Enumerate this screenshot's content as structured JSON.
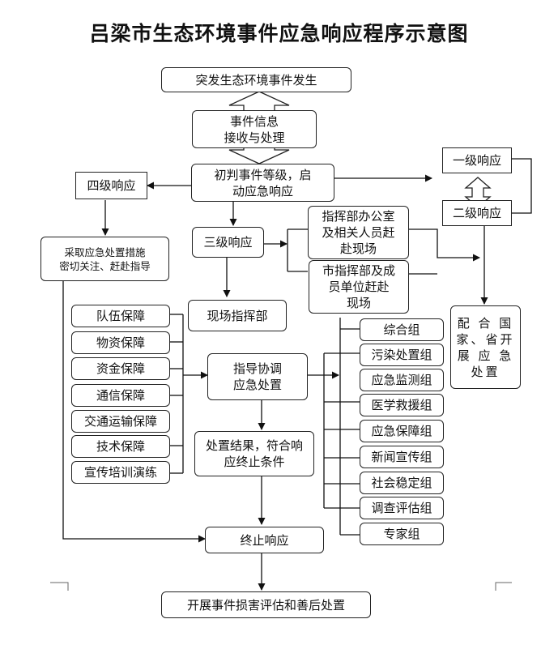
{
  "title": "吕梁市生态环境事件应急响应程序示意图",
  "nodes": {
    "sudden_event": "突发生态环境事件发生",
    "info": "事件信息\n接收与处理",
    "initial": "初判事件等级，启\n动应急响应",
    "level4": "四级响应",
    "level1": "一级响应",
    "level2": "二级响应",
    "level3": "三级响应",
    "measures": "采取应急处置措施\n密切关注、赶赴指导",
    "office": "指挥部办公室\n及相关人员赶\n赴现场",
    "city_hq": "市指挥部及成\n员单位赶赴\n现场",
    "cooperate": "配 合 国\n家、省开\n展 应 急\n处置",
    "onsite_hq": "现场指挥部",
    "guide": "指导协调\n应急处置",
    "end_condition": "处置结果，符合响\n应终止条件",
    "terminate": "终止响应",
    "assessment": "开展事件损害评估和善后处置"
  },
  "guarantees": [
    "队伍保障",
    "物资保障",
    "资金保障",
    "通信保障",
    "交通运输保障",
    "技术保障",
    "宣传培训演练"
  ],
  "groups": [
    "综合组",
    "污染处置组",
    "应急监测组",
    "医学救援组",
    "应急保障组",
    "新闻宣传组",
    "社会稳定组",
    "调查评估组",
    "专家组"
  ]
}
